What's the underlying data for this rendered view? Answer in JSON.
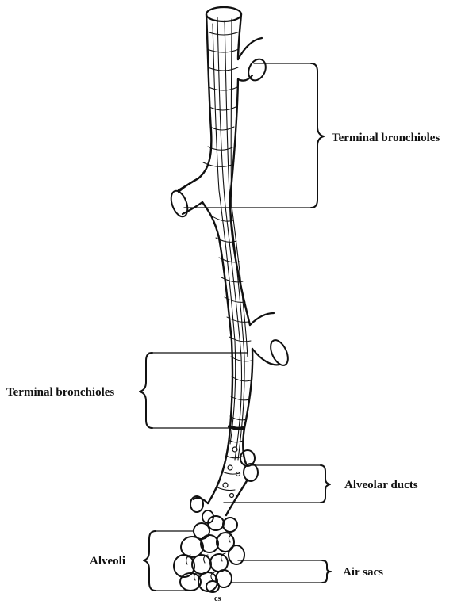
{
  "labels": {
    "terminal_upper": "Terminal bronchioles",
    "terminal_lower": "Terminal bronchioles",
    "alveolar_ducts": "Alveolar ducts",
    "alveoli": "Alveoli",
    "air_sacs": "Air sacs",
    "signature": "cs"
  },
  "colors": {
    "ink": "#111111",
    "paper": "#ffffff"
  }
}
